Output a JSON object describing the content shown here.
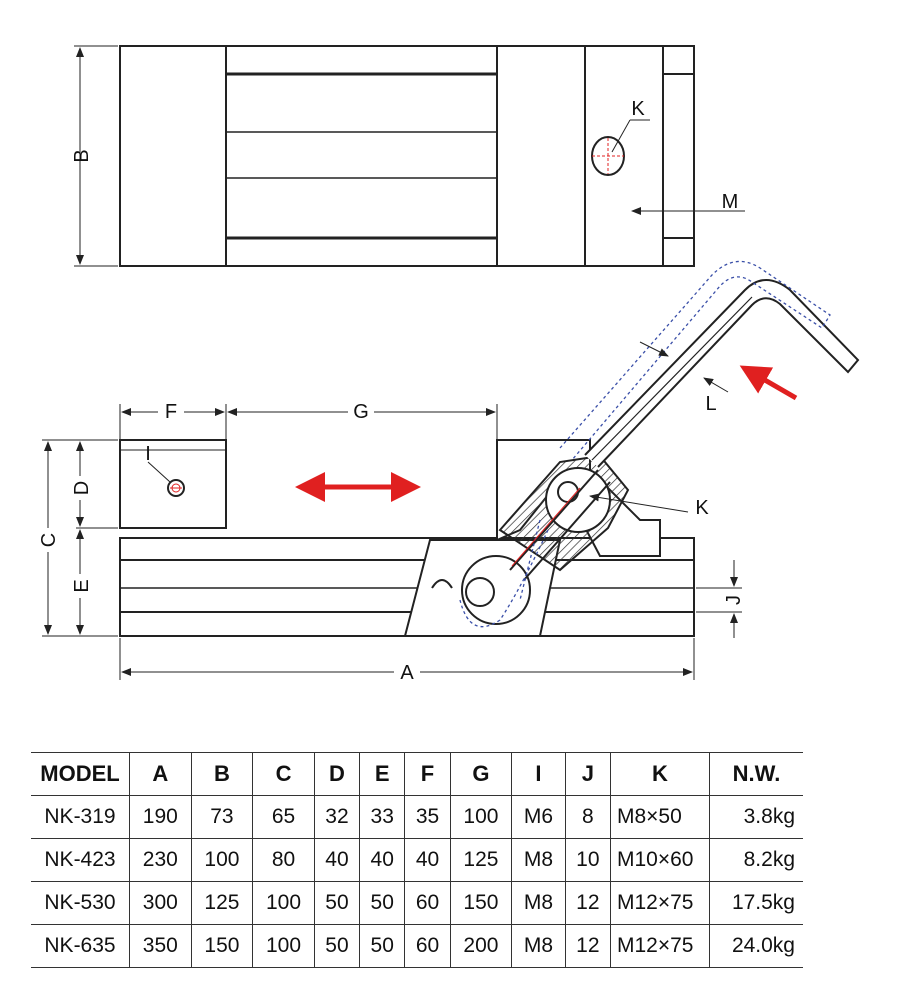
{
  "labels": {
    "A": "A",
    "B": "B",
    "C": "C",
    "D": "D",
    "E": "E",
    "F": "F",
    "G": "G",
    "I": "I",
    "J": "J",
    "K_top": "K",
    "K_side": "K",
    "L": "L",
    "M": "M"
  },
  "colors": {
    "line": "#222222",
    "accent": "#e02020",
    "dashed": "#3a4fa8"
  },
  "table": {
    "headers": [
      "MODEL",
      "A",
      "B",
      "C",
      "D",
      "E",
      "F",
      "G",
      "I",
      "J",
      "K",
      "N.W."
    ],
    "rows": [
      [
        "NK-319",
        "190",
        "73",
        "65",
        "32",
        "33",
        "35",
        "100",
        "M6",
        "8",
        "M8×50",
        "3.8kg"
      ],
      [
        "NK-423",
        "230",
        "100",
        "80",
        "40",
        "40",
        "40",
        "125",
        "M8",
        "10",
        "M10×60",
        "8.2kg"
      ],
      [
        "NK-530",
        "300",
        "125",
        "100",
        "50",
        "50",
        "60",
        "150",
        "M8",
        "12",
        "M12×75",
        "17.5kg"
      ],
      [
        "NK-635",
        "350",
        "150",
        "100",
        "50",
        "50",
        "60",
        "200",
        "M8",
        "12",
        "M12×75",
        "24.0kg"
      ]
    ]
  }
}
